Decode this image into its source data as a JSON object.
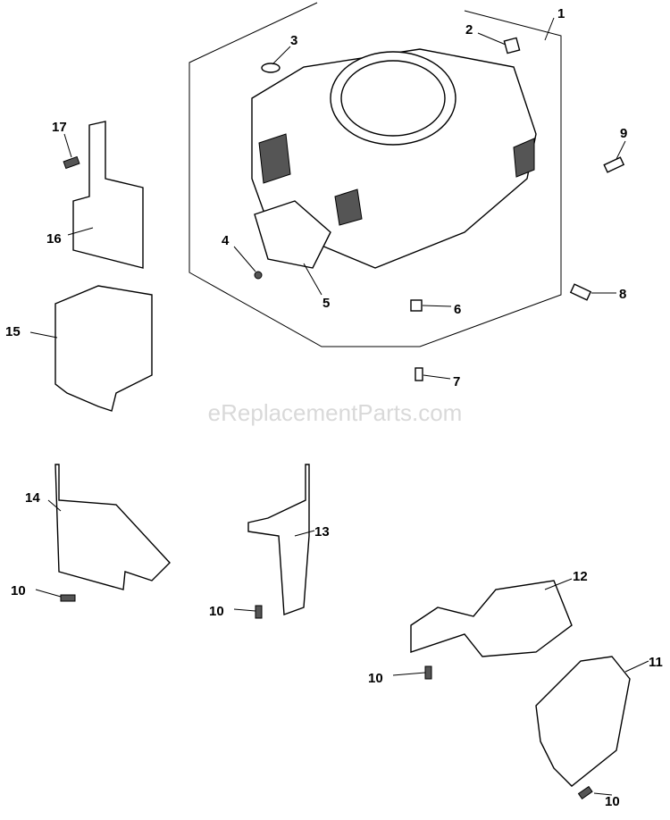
{
  "watermark": "eReplacementParts.com",
  "callouts": {
    "c1": "1",
    "c2": "2",
    "c3": "3",
    "c4": "4",
    "c5": "5",
    "c6": "6",
    "c7": "7",
    "c8": "8",
    "c9": "9",
    "c10a": "10",
    "c10b": "10",
    "c10c": "10",
    "c10d": "10",
    "c11": "11",
    "c12": "12",
    "c13": "13",
    "c14": "14",
    "c15": "15",
    "c16": "16",
    "c17": "17"
  }
}
